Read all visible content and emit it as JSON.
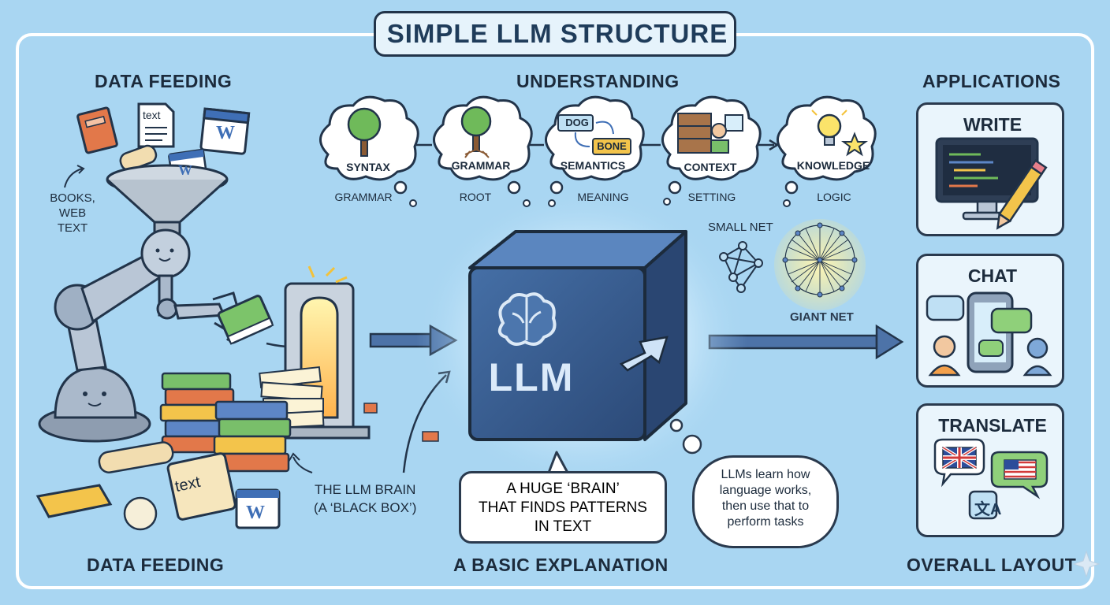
{
  "title": "SIMPLE LLM STRUCTURE",
  "sections": {
    "data_feeding_top": "DATA FEEDING",
    "understanding": "UNDERSTANDING",
    "applications": "APPLICATIONS",
    "data_feeding_bottom": "DATA FEEDING",
    "basic_explanation": "A BASIC EXPLANATION",
    "overall_layout": "OVERALL LAYOUT"
  },
  "input_sources": {
    "text_doc_label": "text",
    "word_icon_label": "W",
    "books_web_text": [
      "BOOKS,",
      "WEB",
      "TEXT"
    ],
    "scroll_label": "text"
  },
  "understanding_steps": [
    {
      "label": "SYNTAX",
      "sub": "GRAMMAR",
      "icon": "tree-icon"
    },
    {
      "label": "GRAMMAR",
      "sub": "ROOT",
      "icon": "tree-roots-icon"
    },
    {
      "label": "SEMANTICS",
      "sub": "MEANING",
      "icon": "word-link-icon",
      "words": [
        "DOG",
        "BONE"
      ]
    },
    {
      "label": "CONTEXT",
      "sub": "SETTING",
      "icon": "reader-icon"
    },
    {
      "label": "KNOWLEDGE",
      "sub": "LOGIC",
      "icon": "lightbulb-icon"
    }
  ],
  "networks": {
    "small": "SMALL NET",
    "giant": "GIANT NET"
  },
  "core": {
    "label": "LLM",
    "brain_label": [
      "THE LLM BRAIN",
      "(A ‘BLACK BOX’)"
    ],
    "explanation": [
      "A HUGE ‘BRAIN’",
      "THAT FINDS PATTERNS",
      "IN TEXT"
    ],
    "note": [
      "LLMs learn how",
      "language works,",
      "then use that to",
      "perform tasks"
    ]
  },
  "applications": [
    {
      "label": "WRITE",
      "icon": "monitor-pencil-icon"
    },
    {
      "label": "CHAT",
      "icon": "phone-chat-icon"
    },
    {
      "label": "TRANSLATE",
      "icon": "translate-flags-icon"
    }
  ],
  "colors": {
    "background": "#a9d6f2",
    "outline": "#22344a",
    "cube": "#3a5f94",
    "cube_glow": "#d8f0ff",
    "card": "#eaf5fc",
    "highlight": "#fbe98a"
  }
}
